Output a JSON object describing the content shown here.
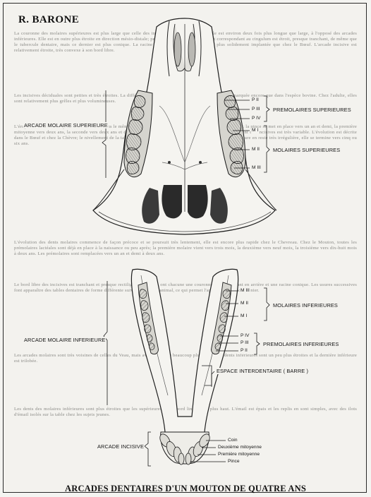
{
  "header": {
    "author": "R. BARONE"
  },
  "caption": "ARCADES DENTAIRES D'UN MOUTON DE QUATRE ANS",
  "upper_jaw": {
    "arcade_label": "ARCADE MOLAIRE SUPERIEURE",
    "premolar_group_label": "PREMOLAIRES SUPERIEURES",
    "molar_group_label": "MOLAIRES SUPERIEURES",
    "teeth": [
      "P II",
      "P III",
      "P IV",
      "M I",
      "M II",
      "M III"
    ]
  },
  "lower_jaw": {
    "molar_arcade_label": "ARCADE MOLAIRE INFERIEURE",
    "incisive_arcade_label": "ARCADE INCISIVE",
    "molar_group_label": "MOLAIRES INFERIEURES",
    "premolar_group_label": "PREMOLAIRES INFERIEURES",
    "interdental_label": "ESPACE INTERDENTAIRE ( BARRE )",
    "molar_teeth": [
      "M III",
      "M II",
      "M I"
    ],
    "premolar_teeth": [
      "P IV",
      "P III",
      "P II"
    ],
    "incisors": [
      "Coin",
      "Deuxième mitoyenne",
      "Première mitoyenne",
      "Pince"
    ]
  },
  "background_text": [
    "La couronne des molaires supérieures est plus large que celle des inférieures chez le Bœuf et elle est environ deux fois plus longue que large, à l'opposé des arcades inférieures. Elle est en outre plus étroite en direction mésio-distale; perpendiculairement le croissant correspondant au cingulum est étroit, presque tranchant, de même que le tubercule dentaire, mais ce dernier est plus conique. La racine de ces dents est d'autre part plus solidement implantée que chez le Bœuf. L'arcade incisive est relativement étroite, très convexe à son bord libre.",
    "Les incisives déciduales sont petites et très étroites. La différence entre celles de l'adulte est beaucoup plus marquée encore que dans l'espèce bovine. Chez l'adulte, elles sont relativement plus grêles et plus volumineuses.",
    "L'éruption des incisives permanentes se fait dans le même ordre que chez le Bœuf à peu près, mais un peu plus tôt; la pince se met en place vers un an et demi, la première mitoyenne vers deux ans, la seconde vers deux ans et demi, le coin vers trois ans et demi à quatre ans. Le rasement des incisives est très variable. L'évolution est décrite dans le Bœuf et chez la Chèvre; le nivellement de la table dentaire se fait plus rapidement que chez le Bœuf et l'usure en reste très irrégulière, elle se termine vers cinq ou six ans.",
    "L'évolution des dents molaires commence de façon précoce et se poursuit très lentement, elle est encore plus rapide chez le Chevreau. Chez le Mouton, toutes les prémolaires lactéales sont déjà en place à la naissance ou peu après; la première molaire vient vers trois mois, la deuxième vers neuf mois, la troisième vers dix-huit mois à deux ans. Les prémolaires sont remplacées vers un an et demi à deux ans.",
    "Le bord libre des incisives est tranchant et presque rectiligne. Les dents ont chacune une couronne aplatie d'avant en arrière et une racine conique. Les usures successives font apparaître des tables dentaires de forme différente suivant l'âge de l'animal, ce qui permet l'appréciation de ce dernier.",
    "Les arcades molaires sont très voisines de celles du Veau, mais avec une taille beaucoup plus faible; les dents inférieures sont un peu plus étroites et la dernière inférieure est trilobée.",
    "Les dents des molaires inférieures sont plus étroites que les supérieures, et le bord lingual est plus haut. L'émail est épais et les replis en sont simples, avec des ilots d'émail isolés sur la table chez les sujets jeunes."
  ]
}
